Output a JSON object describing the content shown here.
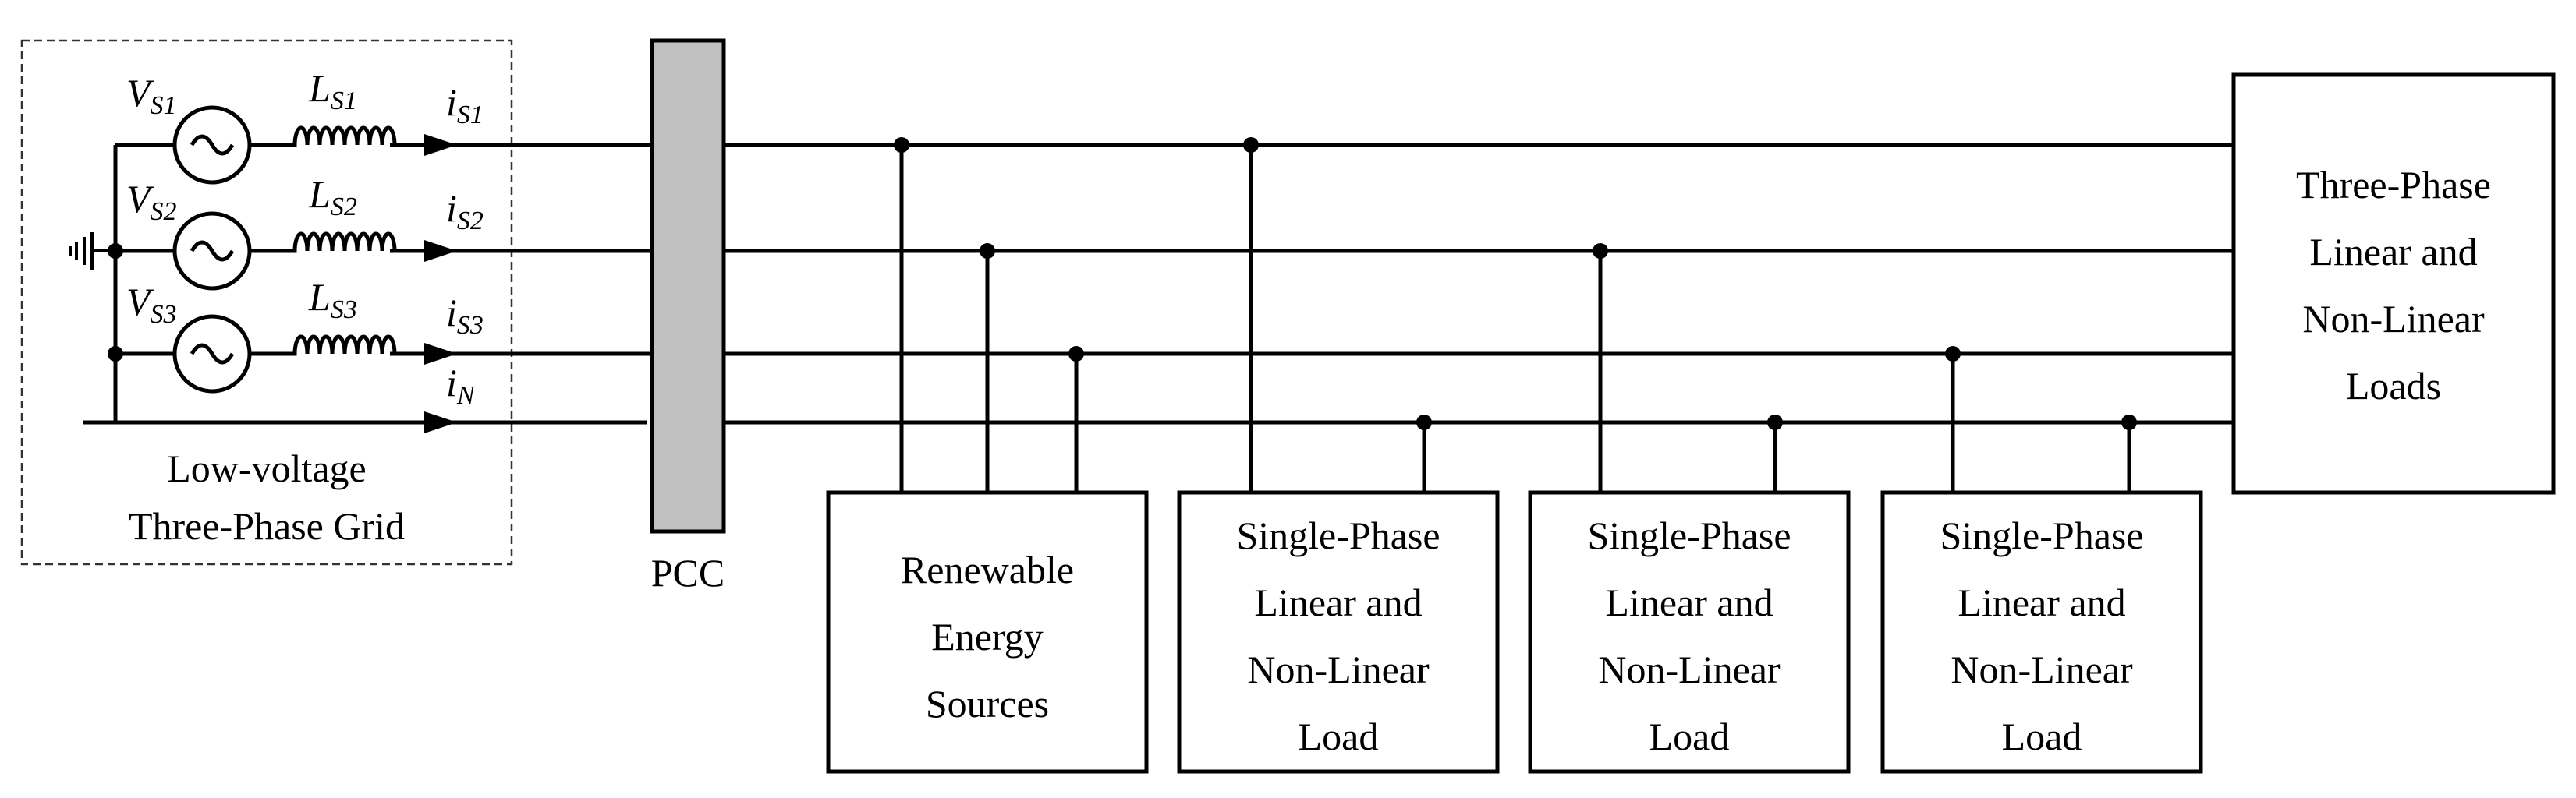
{
  "grid": {
    "sources": [
      {
        "symbol": "V",
        "sub": "S1"
      },
      {
        "symbol": "V",
        "sub": "S2"
      },
      {
        "symbol": "V",
        "sub": "S3"
      }
    ],
    "inductors": [
      {
        "symbol": "L",
        "sub": "S1"
      },
      {
        "symbol": "L",
        "sub": "S2"
      },
      {
        "symbol": "L",
        "sub": "S3"
      }
    ],
    "currents": [
      {
        "symbol": "i",
        "sub": "S1"
      },
      {
        "symbol": "i",
        "sub": "S2"
      },
      {
        "symbol": "i",
        "sub": "S3"
      },
      {
        "symbol": "i",
        "sub": "N"
      }
    ],
    "label_line1": "Low-voltage",
    "label_line2": "Three-Phase Grid"
  },
  "pcc": {
    "label": "PCC",
    "fill": "#c0c0c0"
  },
  "blocks": [
    {
      "lines": [
        "Renewable",
        "Energy",
        "Sources"
      ]
    },
    {
      "lines": [
        "Single-Phase",
        "Linear and",
        "Non-Linear",
        "Load"
      ]
    },
    {
      "lines": [
        "Single-Phase",
        "Linear and",
        "Non-Linear",
        "Load"
      ]
    },
    {
      "lines": [
        "Single-Phase",
        "Linear and",
        "Non-Linear",
        "Load"
      ]
    }
  ],
  "three_phase_load": {
    "lines": [
      "Three-Phase",
      "Linear and",
      "Non-Linear",
      "Loads"
    ]
  }
}
